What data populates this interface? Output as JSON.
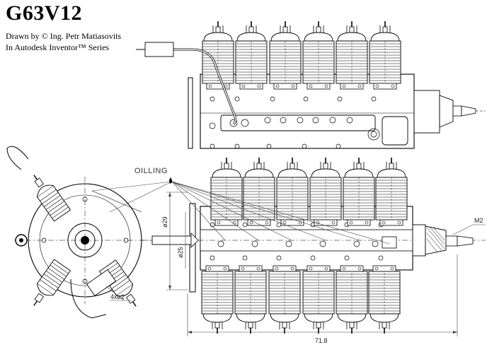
{
  "title": "G63V12",
  "credits": {
    "line1": "Drawn by © Ing. Petr Matiasovits",
    "line2": "In Autodesk Inventor™ Series"
  },
  "annotations": {
    "oilling": "OILLING",
    "dia29": "ø29",
    "dia25": "ø25",
    "holes": "4xø2",
    "thread": "M2",
    "length": "71.8"
  },
  "views": {
    "top_cylinder_count": 6,
    "bottom_bank_count": 2
  }
}
